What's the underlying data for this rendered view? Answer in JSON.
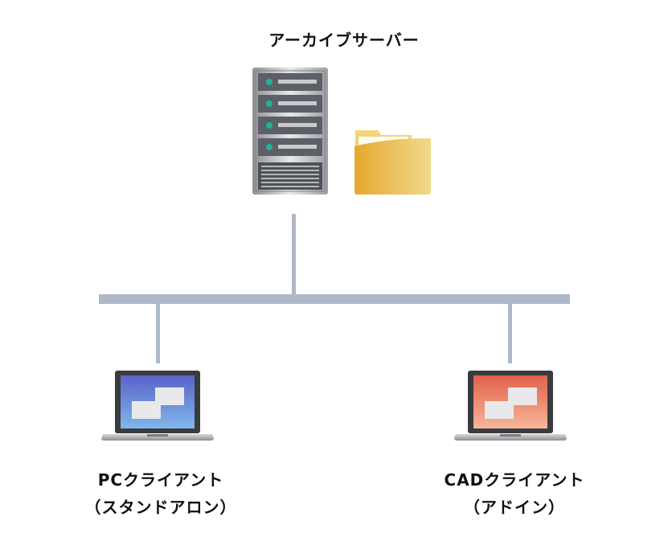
{
  "server": {
    "title": "アーカイブサーバー"
  },
  "clients": {
    "pc": {
      "line1": "PCクライアント",
      "line2": "（スタンドアロン）"
    },
    "cad": {
      "line1": "CADクライアント",
      "line2": "（アドイン）"
    }
  },
  "colors": {
    "network_line": "#aeb8c8",
    "server_led": "#1fb39a",
    "folder": "#e9b43a",
    "pc_screen_top": "#5b63c9",
    "pc_screen_bottom": "#7fb7ea",
    "cad_screen_top": "#e2614a",
    "cad_screen_bottom": "#f6b79a"
  },
  "icons": [
    "server-icon",
    "folder-icon",
    "laptop-icon"
  ]
}
